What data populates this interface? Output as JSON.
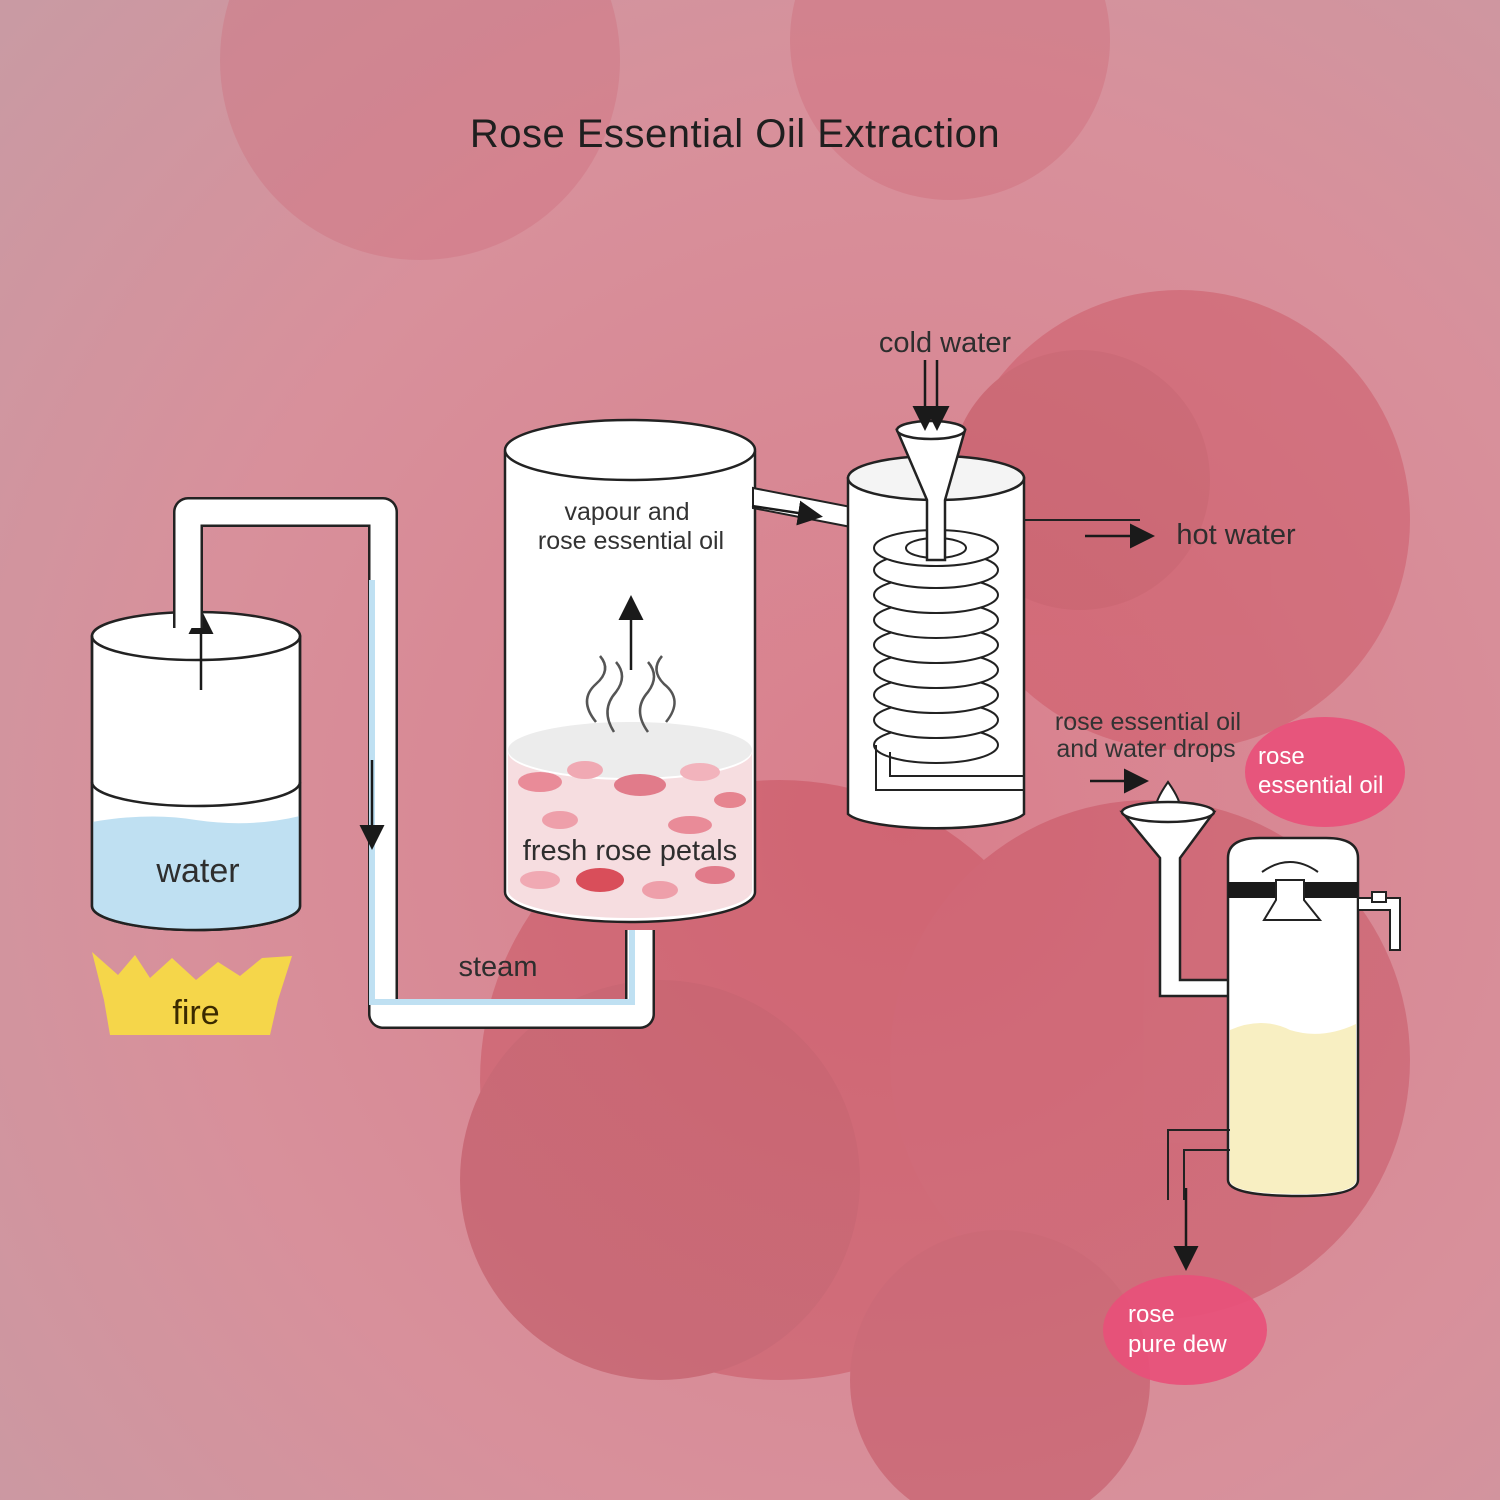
{
  "title": "Rose Essential Oil Extraction",
  "labels": {
    "water": "water",
    "fire": "fire",
    "steam": "steam",
    "vapour_line1": "vapour and",
    "vapour_line2": "rose essential oil",
    "petals": "fresh rose petals",
    "cold_water": "cold water",
    "hot_water": "hot water",
    "drops_line1": "rose essential oil",
    "drops_line2": "and water drops",
    "oil_badge_line1": "rose",
    "oil_badge_line2": "essential oil",
    "dew_badge_line1": "rose",
    "dew_badge_line2": "pure dew"
  },
  "colors": {
    "background": "#d98c98",
    "water": "#bfe0f2",
    "fire": "#f5d64a",
    "badge": "#e8507a",
    "oil": "#f8efc2"
  }
}
